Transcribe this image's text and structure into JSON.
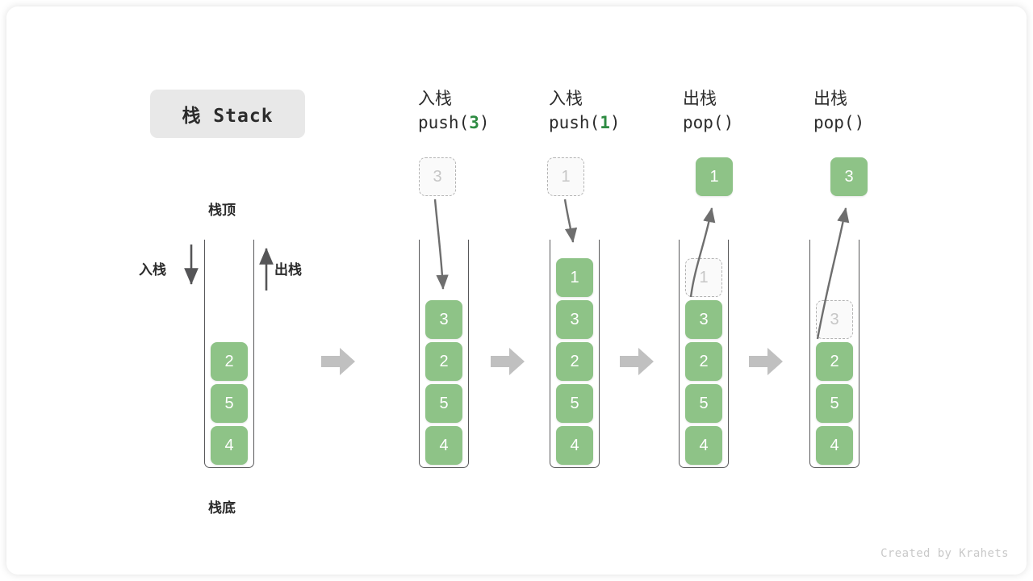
{
  "meta": {
    "title_chip": "栈 Stack",
    "credit": "Created by Krahets",
    "colors": {
      "element_green": "#8ec387",
      "ghost_gray": "#c6c6c6",
      "arrow_gray": "#6e6e6e",
      "flow_arrow_gray": "#c0c0c0",
      "chip_bg": "#e8e8e8",
      "code_number_green": "#2e8b42"
    }
  },
  "labels": {
    "stack_top": "栈顶",
    "stack_bottom": "栈底",
    "push_side": "入栈",
    "pop_side": "出栈"
  },
  "operations": [
    {
      "cn": "入栈",
      "code_prefix": "push(",
      "code_value": "3",
      "code_suffix": ")"
    },
    {
      "cn": "入栈",
      "code_prefix": "push(",
      "code_value": "1",
      "code_suffix": ")"
    },
    {
      "cn": "出栈",
      "code_prefix": "pop(",
      "code_value": "",
      "code_suffix": ")"
    },
    {
      "cn": "出栈",
      "code_prefix": "pop(",
      "code_value": "",
      "code_suffix": ")"
    }
  ],
  "stacks": [
    {
      "name": "initial-stack",
      "elements": [
        "2",
        "5",
        "4"
      ],
      "ghost": null,
      "floating": null
    },
    {
      "name": "after-push-3",
      "elements": [
        "3",
        "2",
        "5",
        "4"
      ],
      "ghost": null,
      "floating": {
        "value": "3",
        "style": "ghost"
      }
    },
    {
      "name": "after-push-1",
      "elements": [
        "1",
        "3",
        "2",
        "5",
        "4"
      ],
      "ghost": null,
      "floating": {
        "value": "1",
        "style": "ghost"
      }
    },
    {
      "name": "after-pop-1",
      "elements": [
        "3",
        "2",
        "5",
        "4"
      ],
      "ghost": {
        "value": "1",
        "slot": 0
      },
      "floating": {
        "value": "1",
        "style": "solid"
      }
    },
    {
      "name": "after-pop-3",
      "elements": [
        "2",
        "5",
        "4"
      ],
      "ghost": {
        "value": "3",
        "slot": 1
      },
      "floating": {
        "value": "3",
        "style": "solid"
      }
    }
  ]
}
